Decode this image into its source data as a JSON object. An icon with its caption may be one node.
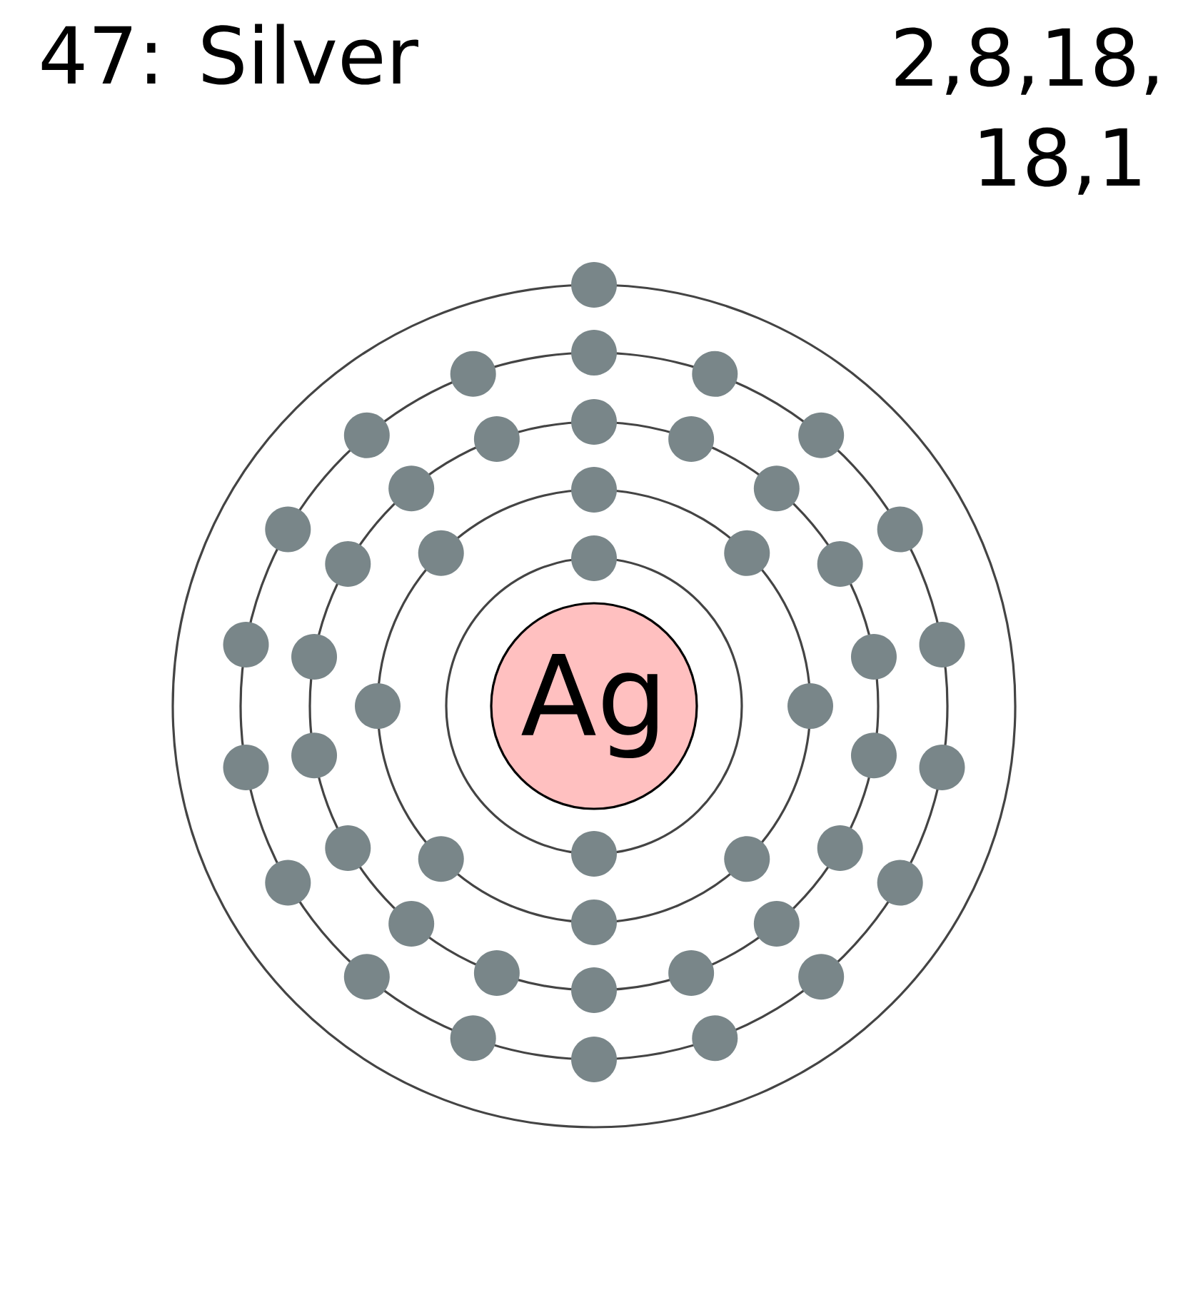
{
  "diagram": {
    "title": "47: Silver",
    "nodes": [
      {
        "text": [
          "Ag"
        ]
      }
    ],
    "labels": [
      "2,8,18, 18,1"
    ]
  }
}
